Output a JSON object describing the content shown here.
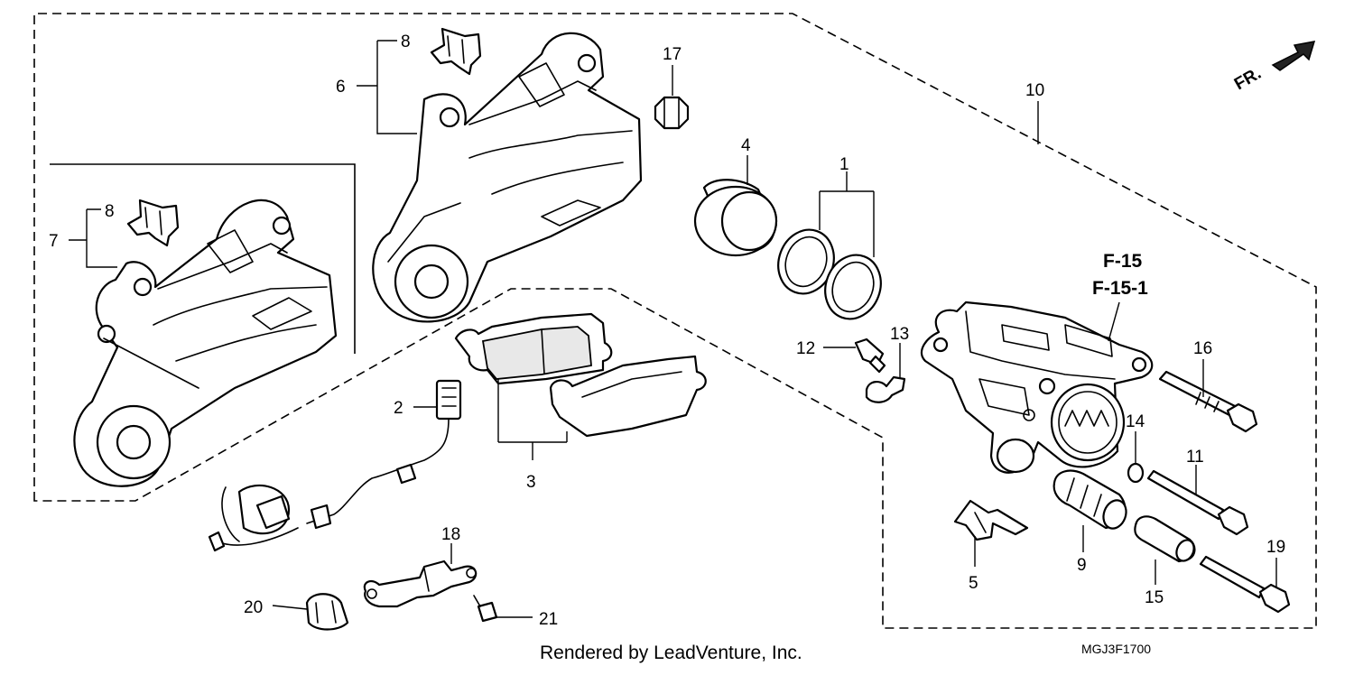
{
  "callouts": [
    {
      "id": "c1",
      "text": "1"
    },
    {
      "id": "c2",
      "text": "2"
    },
    {
      "id": "c3",
      "text": "3"
    },
    {
      "id": "c4",
      "text": "4"
    },
    {
      "id": "c5",
      "text": "5"
    },
    {
      "id": "c6",
      "text": "6"
    },
    {
      "id": "c7",
      "text": "7"
    },
    {
      "id": "c8a",
      "text": "8"
    },
    {
      "id": "c8b",
      "text": "8"
    },
    {
      "id": "c9",
      "text": "9"
    },
    {
      "id": "c10",
      "text": "10"
    },
    {
      "id": "c11",
      "text": "11"
    },
    {
      "id": "c12",
      "text": "12"
    },
    {
      "id": "c13",
      "text": "13"
    },
    {
      "id": "c14",
      "text": "14"
    },
    {
      "id": "c15",
      "text": "15"
    },
    {
      "id": "c16",
      "text": "16"
    },
    {
      "id": "c17",
      "text": "17"
    },
    {
      "id": "c18",
      "text": "18"
    },
    {
      "id": "c19",
      "text": "19"
    },
    {
      "id": "c20",
      "text": "20"
    },
    {
      "id": "c21",
      "text": "21"
    }
  ],
  "reference": {
    "line1": "F-15",
    "line2": "F-15-1"
  },
  "direction": {
    "label": "FR."
  },
  "footer": {
    "credit": "Rendered by LeadVenture, Inc.",
    "code": "MGJ3F1700"
  }
}
